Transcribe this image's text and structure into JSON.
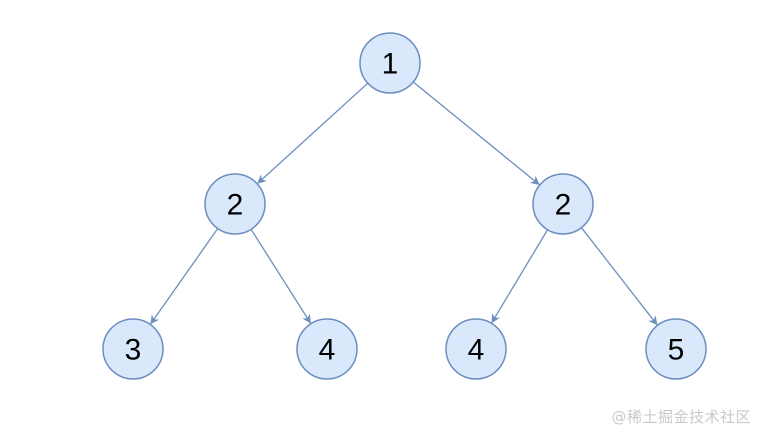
{
  "tree": {
    "nodes": [
      {
        "id": "n1",
        "label": "1"
      },
      {
        "id": "n2a",
        "label": "2"
      },
      {
        "id": "n2b",
        "label": "2"
      },
      {
        "id": "n3",
        "label": "3"
      },
      {
        "id": "n4a",
        "label": "4"
      },
      {
        "id": "n4b",
        "label": "4"
      },
      {
        "id": "n5",
        "label": "5"
      }
    ],
    "edges": [
      {
        "from": "n1",
        "to": "n2a"
      },
      {
        "from": "n1",
        "to": "n2b"
      },
      {
        "from": "n2a",
        "to": "n3"
      },
      {
        "from": "n2a",
        "to": "n4a"
      },
      {
        "from": "n2b",
        "to": "n4b"
      },
      {
        "from": "n2b",
        "to": "n5"
      }
    ],
    "colors": {
      "node_fill": "#dae8fc",
      "node_stroke": "#6c8ebf",
      "edge": "#6c8ebf"
    }
  },
  "watermark": {
    "text": "@稀土掘金技术社区"
  }
}
